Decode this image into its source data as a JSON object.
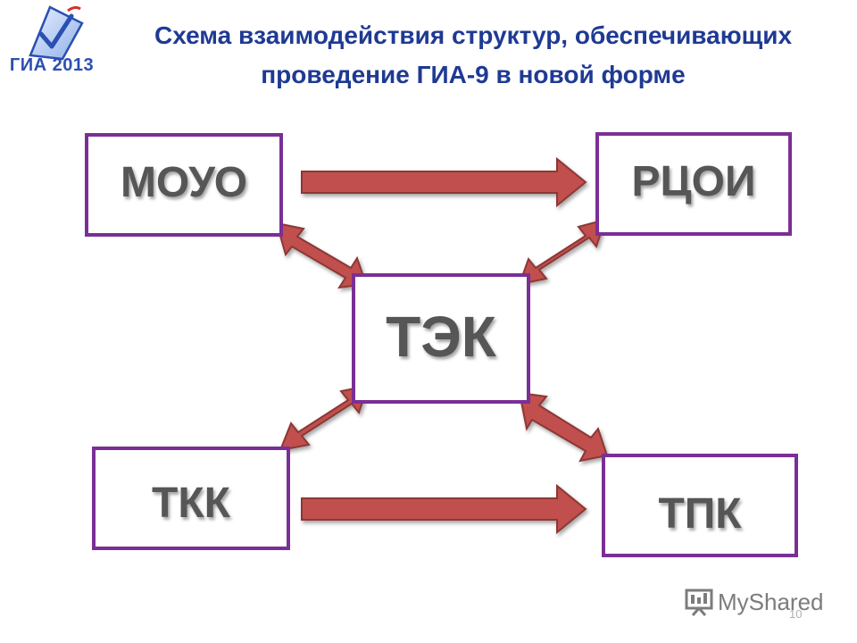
{
  "header": {
    "title_line1": "Схема взаимодействия структур, обеспечивающих",
    "title_line2": "проведение ГИА-9 в новой форме"
  },
  "logo": {
    "text": "ГИА 2013",
    "icon": "checkmark-ballot-icon"
  },
  "nodes": {
    "moyo": "МОУО",
    "rcoi": "РЦОИ",
    "tek": "ТЭК",
    "tkk": "ТКК",
    "tpk": "ТПК"
  },
  "edges": [
    {
      "from": "МОУО",
      "to": "РЦОИ",
      "type": "one-way"
    },
    {
      "from": "ТКК",
      "to": "ТПК",
      "type": "one-way"
    },
    {
      "from": "МОУО",
      "to": "ТЭК",
      "type": "two-way"
    },
    {
      "from": "РЦОИ",
      "to": "ТЭК",
      "type": "two-way"
    },
    {
      "from": "ТКК",
      "to": "ТЭК",
      "type": "two-way"
    },
    {
      "from": "ТПК",
      "to": "ТЭК",
      "type": "two-way"
    }
  ],
  "colors": {
    "title": "#1f3a93",
    "box_border": "#7a2f96",
    "arrow_fill": "#c0504d",
    "arrow_stroke": "#8c3836",
    "label": "#565656"
  },
  "footer": {
    "watermark": "MyShared",
    "watermark_icon": "presentation-board-icon",
    "page_number": "10"
  }
}
